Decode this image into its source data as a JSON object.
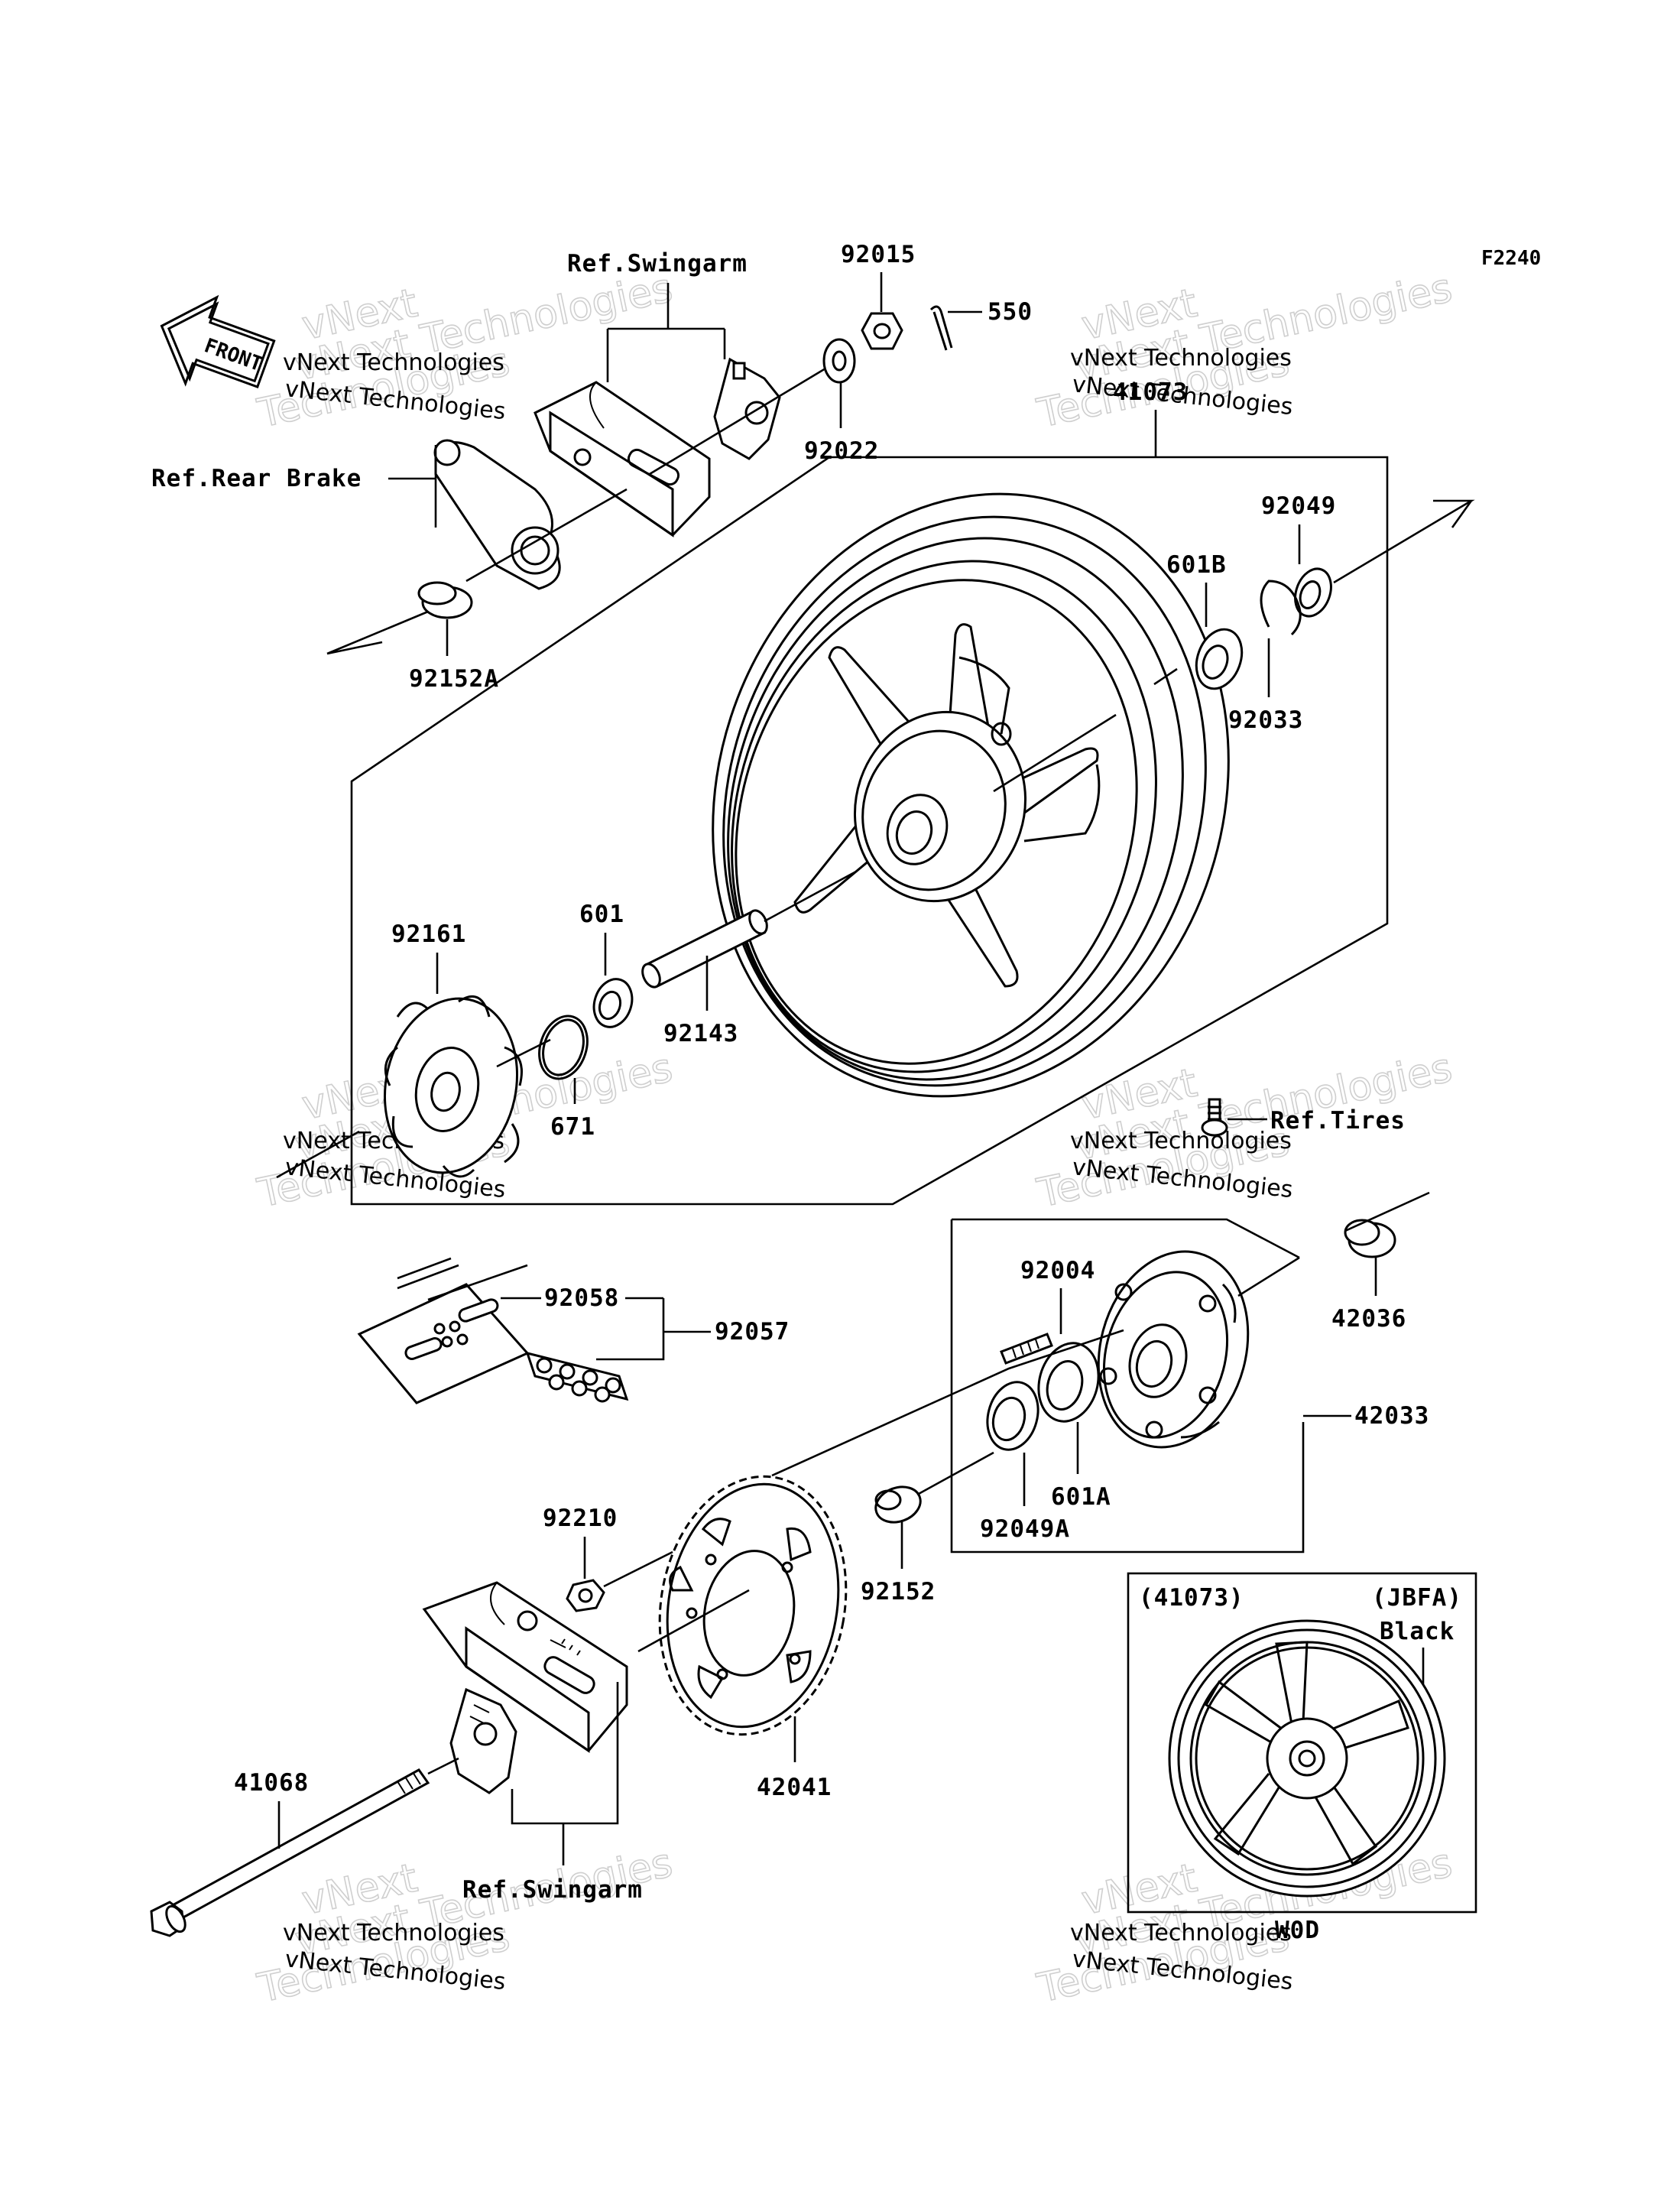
{
  "diagram": {
    "code": "F2240",
    "front_label": "FRONT",
    "watermark_brand": "vNext",
    "watermark_company": "vNext Technologies",
    "watermark_word": "Technologies"
  },
  "labels": {
    "ref_swingarm_top": "Ref.Swingarm",
    "ref_rear_brake": "Ref.Rear Brake",
    "p92015": "92015",
    "p550": "550",
    "p92022": "92022",
    "p41073": "41073",
    "p92049": "92049",
    "p601B": "601B",
    "p92033": "92033",
    "p92152A": "92152A",
    "p92161": "92161",
    "p601": "601",
    "p92143": "92143",
    "p671": "671",
    "ref_tires": "Ref.Tires",
    "p92058": "92058",
    "p92057": "92057",
    "p92004": "92004",
    "p42036": "42036",
    "p42033": "42033",
    "p601A": "601A",
    "p92049A": "92049A",
    "p92210": "92210",
    "p92152": "92152",
    "p42041": "42041",
    "p41068": "41068",
    "ref_swingarm_bottom": "Ref.Swingarm"
  },
  "inset": {
    "part": "(41073)",
    "code": "(JBFA)",
    "color": "Black",
    "footer": "W0D"
  }
}
